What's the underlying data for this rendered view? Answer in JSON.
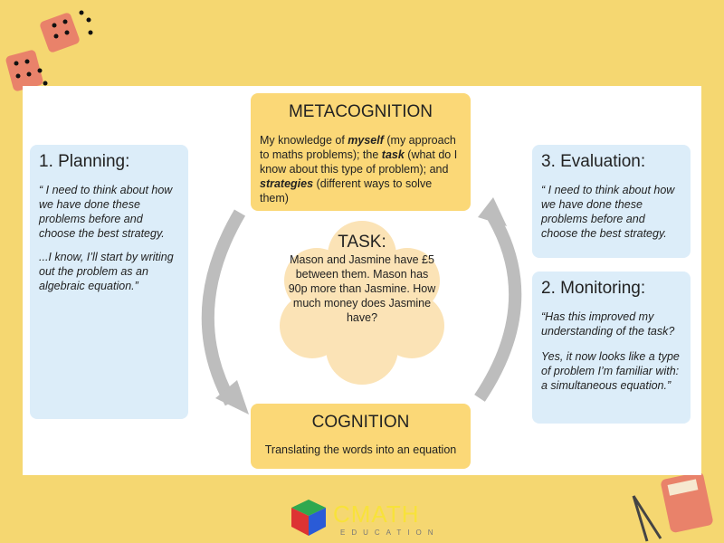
{
  "planning": {
    "title": "1. Planning:",
    "quote1": "“ I need to think about how we have done these problems before and choose the best strategy.",
    "quote2": "...I know, I’ll start by writing out the problem as an algebraic equation.”"
  },
  "metacognition": {
    "title": "METACOGNITION",
    "p1": "My knowledge of ",
    "b1": "myself",
    "p2": " (my approach to maths problems); the ",
    "b2": "task",
    "p3": " (what do I know about this type of problem); and ",
    "b3": "strategies",
    "p4": " (different ways to solve them)"
  },
  "evaluation": {
    "title": "3. Evaluation:",
    "quote": "“ I need to think about how we have done these problems before and choose the best strategy."
  },
  "monitoring": {
    "title": "2. Monitoring:",
    "quote1": "“Has this improved my understanding of the task?",
    "quote2": "Yes, it now looks like a type of problem I’m familiar with: a simultaneous equation.”"
  },
  "task": {
    "title": "TASK:",
    "text": "Mason and Jasmine have £5 between them. Mason has 90p more than Jasmine. How much money does Jasmine have?"
  },
  "cognition": {
    "title": "COGNITION",
    "text": "Translating the words into an equation"
  },
  "logo": {
    "name": "CMATH",
    "sub": "EDUCATION"
  }
}
